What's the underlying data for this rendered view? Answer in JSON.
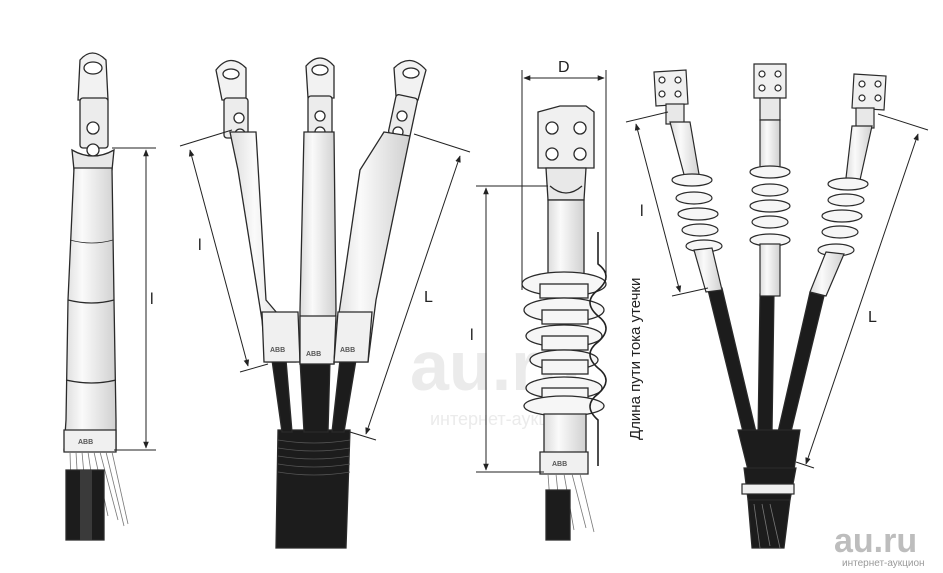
{
  "labels": {
    "length_short": "l",
    "length_long": "L",
    "diameter": "D",
    "leakage_path": "Длина пути тока утечки"
  },
  "brand": "ABB",
  "watermark": {
    "logo": "au.ru",
    "tagline": "интернет-аукцион"
  },
  "colors": {
    "outline": "#2a2a2a",
    "insulation": "#f4f4f4",
    "cable_black": "#1c1c1c",
    "shield_wire": "#777777"
  }
}
